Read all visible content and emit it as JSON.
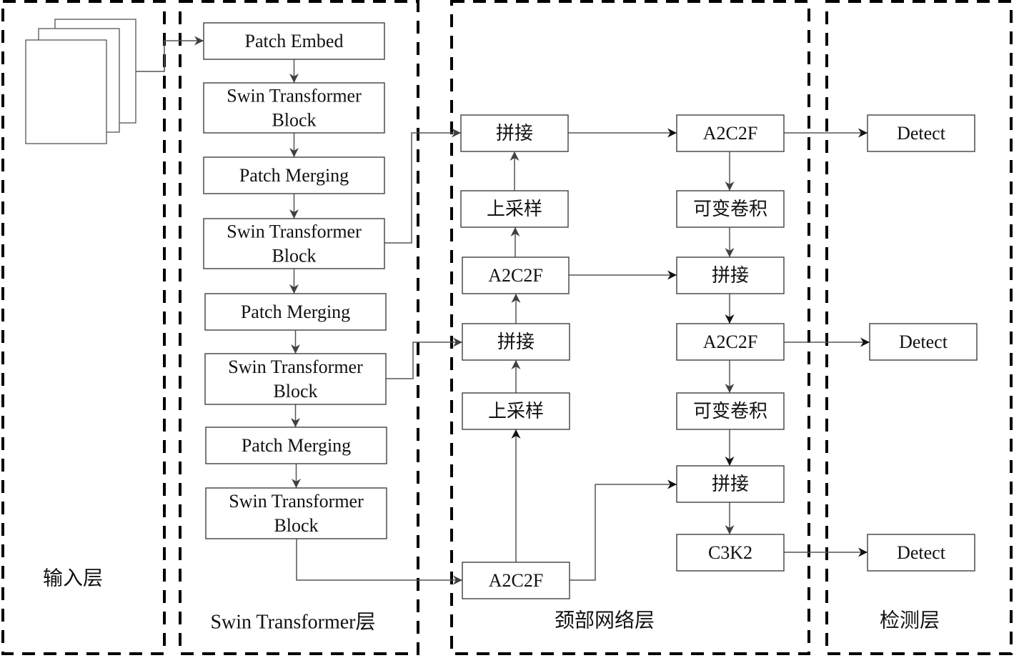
{
  "sections": [
    {
      "id": "input",
      "label": "输入层"
    },
    {
      "id": "swin",
      "label": "Swin Transformer层"
    },
    {
      "id": "neck",
      "label": "颈部网络层"
    },
    {
      "id": "detect",
      "label": "检测层"
    }
  ],
  "nodes": {
    "patch_embed": {
      "lines": [
        "Patch Embed"
      ]
    },
    "stb1": {
      "lines": [
        "Swin Transformer",
        "Block"
      ]
    },
    "pm1": {
      "lines": [
        "Patch Merging"
      ]
    },
    "stb2": {
      "lines": [
        "Swin Transformer",
        "Block"
      ]
    },
    "pm2": {
      "lines": [
        "Patch Merging"
      ]
    },
    "stb3": {
      "lines": [
        "Swin Transformer",
        "Block"
      ]
    },
    "pm3": {
      "lines": [
        "Patch Merging"
      ]
    },
    "stb4": {
      "lines": [
        "Swin Transformer",
        "Block"
      ]
    },
    "concat_a": {
      "lines": [
        "拼接"
      ]
    },
    "up_a": {
      "lines": [
        "上采样"
      ]
    },
    "a2c2f_a": {
      "lines": [
        "A2C2F"
      ]
    },
    "concat_b": {
      "lines": [
        "拼接"
      ]
    },
    "up_b": {
      "lines": [
        "上采样"
      ]
    },
    "a2c2f_base": {
      "lines": [
        "A2C2F"
      ]
    },
    "a2c2f_out1": {
      "lines": [
        "A2C2F"
      ]
    },
    "dconv1": {
      "lines": [
        "可变卷积"
      ]
    },
    "concat_c": {
      "lines": [
        "拼接"
      ]
    },
    "a2c2f_out2": {
      "lines": [
        "A2C2F"
      ]
    },
    "dconv2": {
      "lines": [
        "可变卷积"
      ]
    },
    "concat_d": {
      "lines": [
        "拼接"
      ]
    },
    "c3k2": {
      "lines": [
        "C3K2"
      ]
    },
    "detect1": {
      "lines": [
        "Detect"
      ]
    },
    "detect2": {
      "lines": [
        "Detect"
      ]
    },
    "detect3": {
      "lines": [
        "Detect"
      ]
    }
  },
  "edges": [
    [
      "input_image",
      "patch_embed"
    ],
    [
      "patch_embed",
      "stb1"
    ],
    [
      "stb1",
      "pm1"
    ],
    [
      "pm1",
      "stb2"
    ],
    [
      "stb2",
      "pm2"
    ],
    [
      "pm2",
      "stb3"
    ],
    [
      "stb3",
      "pm3"
    ],
    [
      "pm3",
      "stb4"
    ],
    [
      "stb4",
      "a2c2f_base"
    ],
    [
      "a2c2f_base",
      "up_b"
    ],
    [
      "up_b",
      "concat_b"
    ],
    [
      "stb3",
      "concat_b"
    ],
    [
      "concat_b",
      "a2c2f_a"
    ],
    [
      "a2c2f_a",
      "up_a"
    ],
    [
      "up_a",
      "concat_a"
    ],
    [
      "stb2",
      "concat_a"
    ],
    [
      "concat_a",
      "a2c2f_out1"
    ],
    [
      "a2c2f_out1",
      "dconv1"
    ],
    [
      "dconv1",
      "concat_c"
    ],
    [
      "a2c2f_a",
      "concat_c"
    ],
    [
      "concat_c",
      "a2c2f_out2"
    ],
    [
      "a2c2f_out2",
      "dconv2"
    ],
    [
      "dconv2",
      "concat_d"
    ],
    [
      "a2c2f_base",
      "concat_d"
    ],
    [
      "concat_d",
      "c3k2"
    ],
    [
      "a2c2f_out1",
      "detect1"
    ],
    [
      "a2c2f_out2",
      "detect2"
    ],
    [
      "c3k2",
      "detect3"
    ]
  ]
}
